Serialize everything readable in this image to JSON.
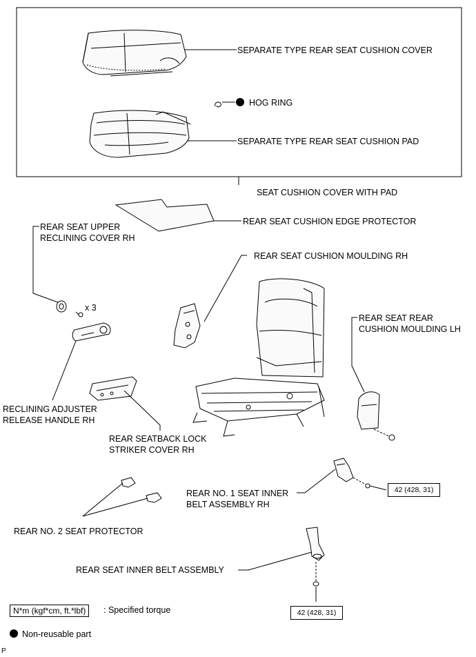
{
  "labels": {
    "cushion_cover": "SEPARATE TYPE REAR SEAT CUSHION COVER",
    "hog_ring": "HOG RING",
    "cushion_pad": "SEPARATE TYPE REAR SEAT CUSHION PAD",
    "cover_with_pad": "SEAT CUSHION COVER WITH PAD",
    "edge_protector": "REAR SEAT CUSHION EDGE PROTECTOR",
    "upper_reclining_cover_l1": "REAR SEAT UPPER",
    "upper_reclining_cover_l2": "RECLINING COVER RH",
    "cushion_moulding_rh": "REAR SEAT CUSHION MOULDING RH",
    "qty_x3": "x 3",
    "rear_cushion_moulding_lh_l1": "REAR SEAT REAR",
    "rear_cushion_moulding_lh_l2": "CUSHION MOULDING LH",
    "release_handle_l1": "RECLINING ADJUSTER",
    "release_handle_l2": "RELEASE HANDLE RH",
    "striker_cover_l1": "REAR SEATBACK LOCK",
    "striker_cover_l2": "STRIKER COVER RH",
    "no1_inner_belt_l1": "REAR NO. 1 SEAT INNER",
    "no1_inner_belt_l2": "BELT ASSEMBLY RH",
    "no2_seat_protector": "REAR NO. 2 SEAT PROTECTOR",
    "inner_belt_assembly": "REAR SEAT INNER BELT ASSEMBLY"
  },
  "torque": {
    "upper": "42 (428, 31)",
    "lower": "42 (428, 31)"
  },
  "legend": {
    "torque_unit": "N*m (kgf*cm, ft.*lbf)",
    "torque_desc": ": Specified torque",
    "non_reusable": "Non-reusable part"
  },
  "footer_code": "P"
}
